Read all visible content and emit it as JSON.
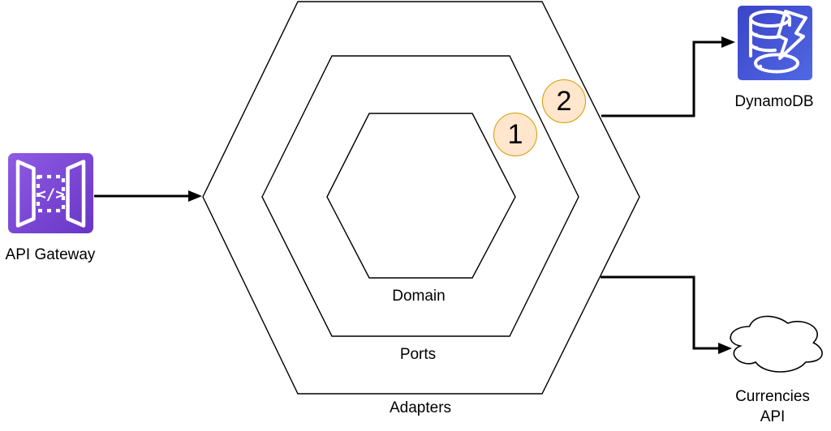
{
  "hexagon_layers": {
    "inner_label": "Domain",
    "middle_label": "Ports",
    "outer_label": "Adapters"
  },
  "badges": [
    {
      "label": "1"
    },
    {
      "label": "2"
    }
  ],
  "nodes": {
    "api_gateway": {
      "label": "API Gateway",
      "glyph": "</>"
    },
    "dynamodb": {
      "label": "DynamoDB"
    },
    "currencies_api": {
      "line1": "Currencies",
      "line2": "API"
    }
  },
  "colors": {
    "line": "#000000",
    "badge_fill": "#FFE6CC",
    "badge_stroke": "#D79B00",
    "api_gateway_gradient_start": "#8F5BE4",
    "api_gateway_gradient_end": "#6836C6",
    "dynamodb_gradient_start": "#3B44C8",
    "dynamodb_gradient_end": "#5068E4"
  }
}
